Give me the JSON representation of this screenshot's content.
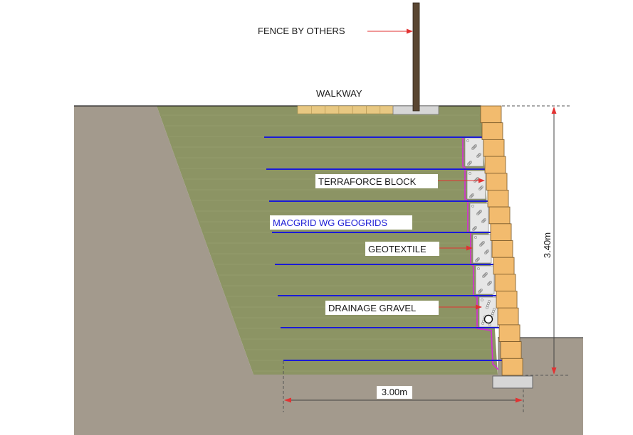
{
  "labels": {
    "fence": "FENCE BY OTHERS",
    "walkway": "WALKWAY",
    "terraforce_block": "TERRAFORCE BLOCK",
    "macgrid": "MACGRID WG GEOGRIDS",
    "geotextile": "GEOTEXTILE",
    "drainage_gravel": "DRAINAGE GRAVEL"
  },
  "dimensions": {
    "height": "3.40m",
    "length": "3.00m"
  },
  "colors": {
    "native_soil": "#a39a8d",
    "backfill": "#8c9464",
    "block": "#f2bb6e",
    "geogrid": "#1a1ad6",
    "geotextile": "#d72ad7",
    "gravel": "#e6e6e6",
    "arrow": "#e23232",
    "fence_post": "#5a4632",
    "walkway": "#e8c882",
    "footing": "#d6d6d6"
  },
  "geogrid_layers": 8,
  "block_courses": 16
}
